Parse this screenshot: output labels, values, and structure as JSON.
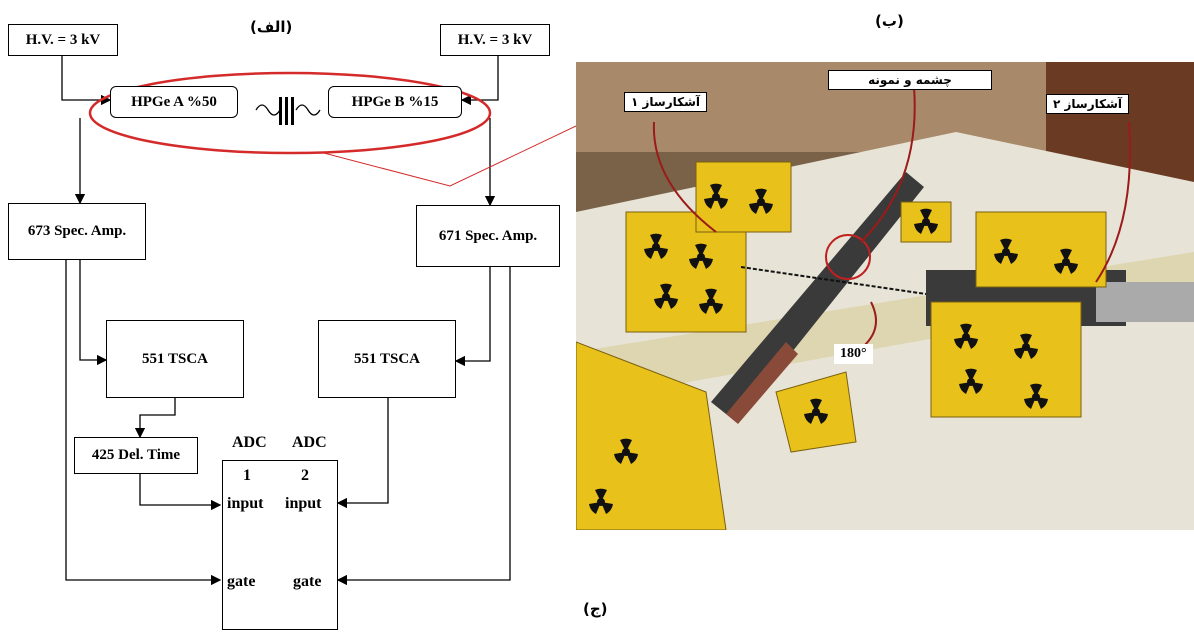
{
  "panels": {
    "a": "(الف)",
    "b": "(ب)",
    "c": "(ج)"
  },
  "hv_left": "H.V. = 3 kV",
  "hv_right": "H.V. = 3 kV",
  "detector_a": "HPGe A %50",
  "detector_b": "HPGe B  %15",
  "amp_left": "673 Spec. Amp.",
  "amp_right": "671 Spec. Amp.",
  "tsca_left": "551 TSCA",
  "tsca_right": "551 TSCA",
  "delay": "425 Del. Time",
  "adc": {
    "title1": "ADC",
    "title2": "ADC",
    "num1": "1",
    "num2": "2",
    "input1": "input",
    "input2": "input",
    "gate1": "gate",
    "gate2": "gate"
  },
  "photo": {
    "label_detector1": "آشکارساز ۱",
    "label_source": "چشمه و نمونه",
    "label_detector2": "آشکارساز ۲",
    "angle": "180°"
  },
  "colors": {
    "highlight_ellipse": "#d42a2a",
    "shield_yellow": "#e8c21a",
    "pointer_red": "#9b1b1b"
  }
}
